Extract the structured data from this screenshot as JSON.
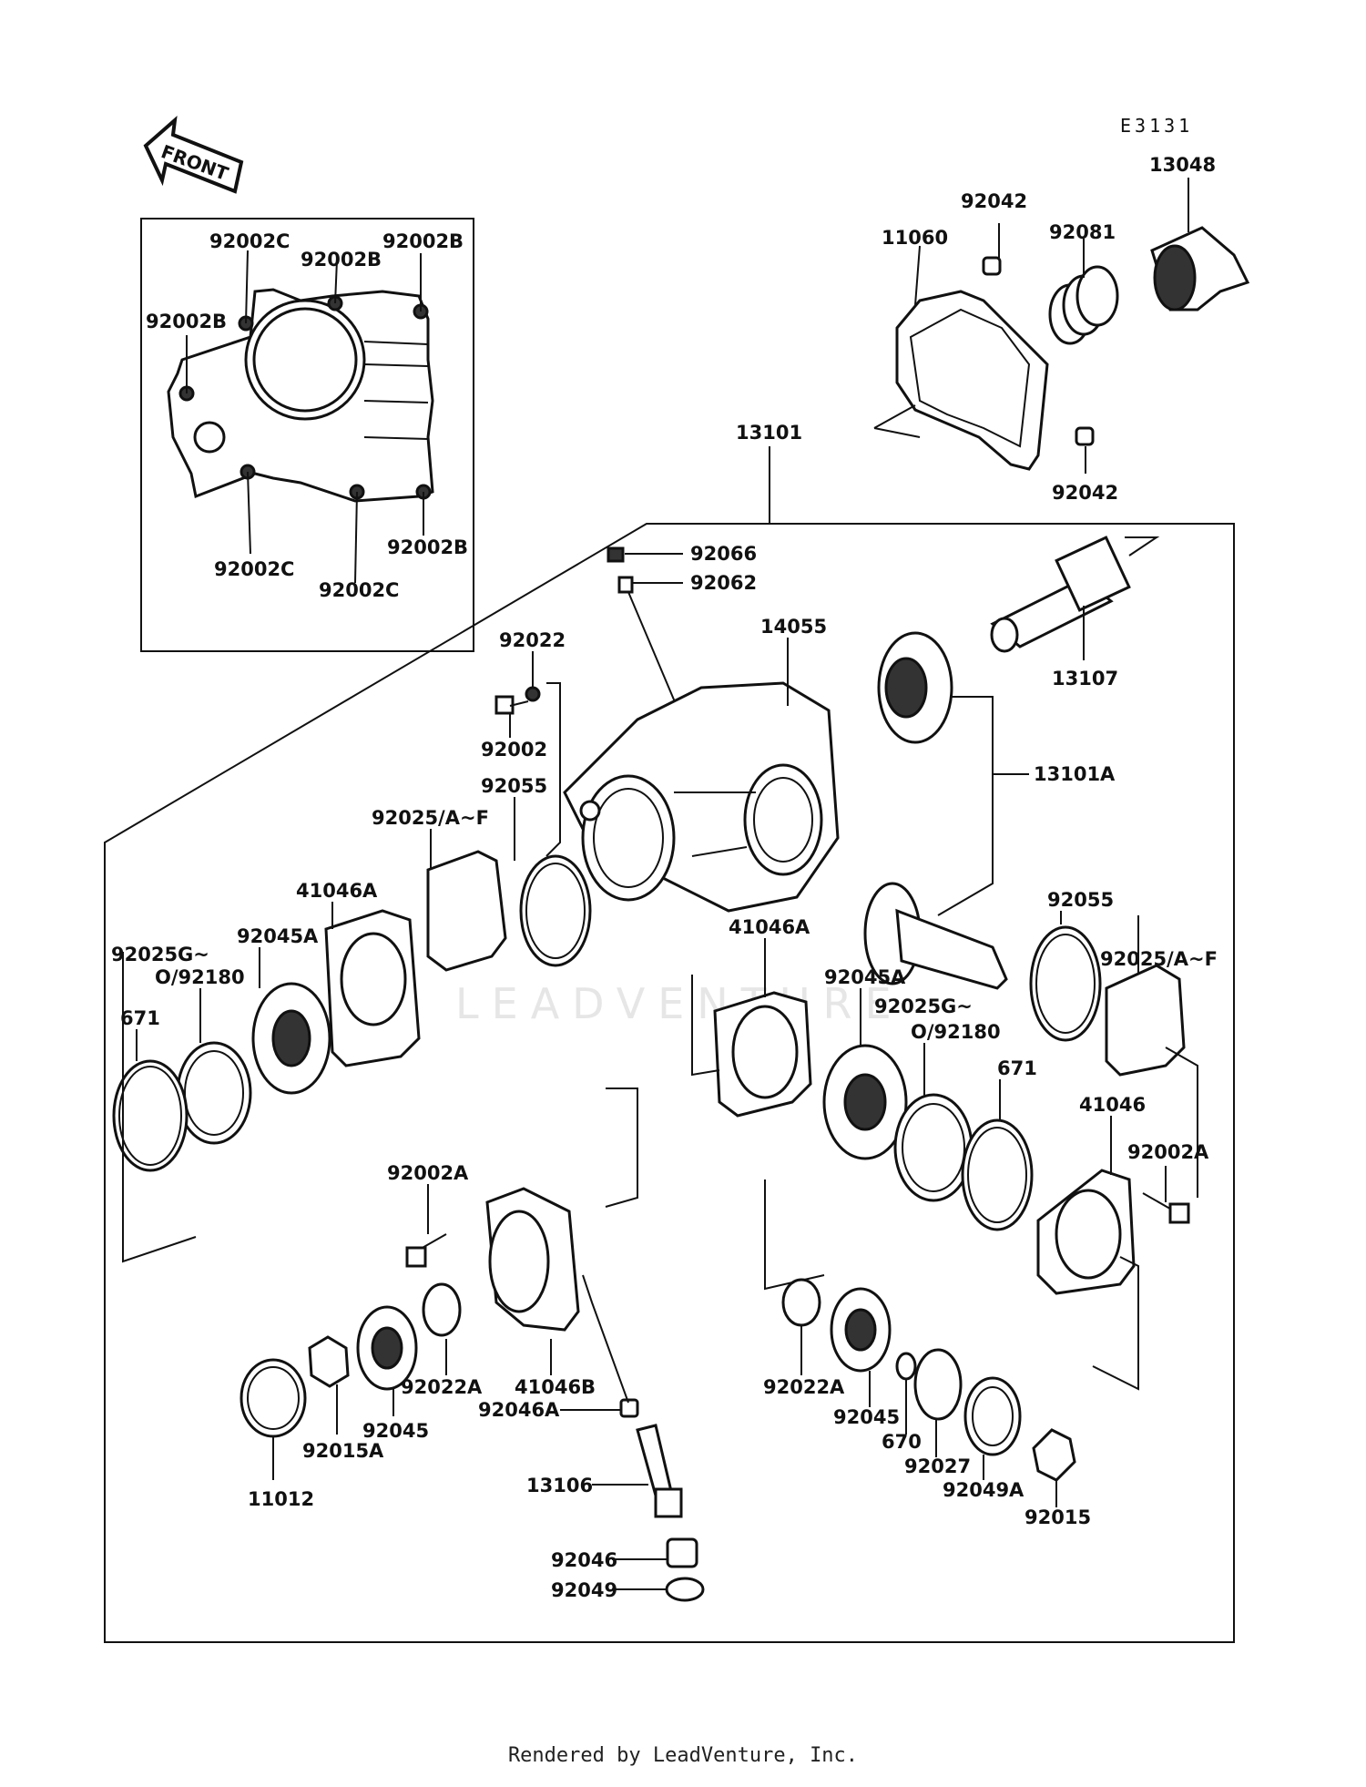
{
  "diagram_code": "E3131",
  "front_arrow_label": "FRONT",
  "watermark": "LEADVENTURE",
  "footer": "Rendered by LeadVenture, Inc.",
  "labels": {
    "p92042_top": "92042",
    "p13048": "13048",
    "p11060": "11060",
    "p92081": "92081",
    "p92042_bottom": "92042",
    "p13101": "13101",
    "p92002c_a": "92002C",
    "p92002b_a": "92002B",
    "p92002b_b": "92002B",
    "p92002b_c": "92002B",
    "p92002c_b": "92002C",
    "p92002c_c": "92002C",
    "p92002b_d": "92002B",
    "p92066": "92066",
    "p92062": "92062",
    "p92022": "92022",
    "p14055": "14055",
    "p13107": "13107",
    "p92002": "92002",
    "p13101a": "13101A",
    "p92055_left": "92055",
    "p92025_af_left": "92025/A~F",
    "p41046a_left": "41046A",
    "p92045a_left": "92045A",
    "p92025g_left_1": "92025G~",
    "p92025g_left_2": "O/92180",
    "p671_left": "671",
    "p92055_right": "92055",
    "p92025_af_right": "92025/A~F",
    "p41046a_right": "41046A",
    "p92045a_right": "92045A",
    "p92025g_right_1": "92025G~",
    "p92025g_right_2": "O/92180",
    "p671_right": "671",
    "p41046": "41046",
    "p92002a_right": "92002A",
    "p92002a_left": "92002A",
    "p41046b": "41046B",
    "p92022a_left": "92022A",
    "p92045_left": "92045",
    "p92015a": "92015A",
    "p11012": "11012",
    "p92046a": "92046A",
    "p13106": "13106",
    "p92046": "92046",
    "p92049": "92049",
    "p92022a_right": "92022A",
    "p92045_right": "92045",
    "p670": "670",
    "p92027": "92027",
    "p92049a": "92049A",
    "p92015": "92015"
  }
}
